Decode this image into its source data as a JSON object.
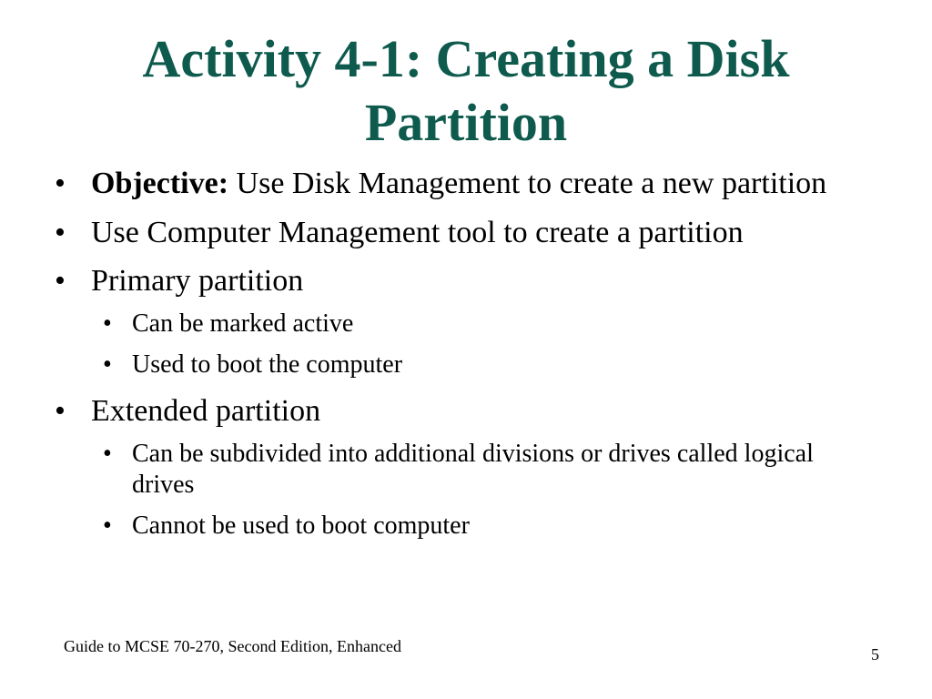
{
  "slide": {
    "title": "Activity 4-1: Creating a Disk Partition",
    "bullet_glyph": "•",
    "bullets": [
      {
        "label": "Objective:",
        "text": " Use Disk Management to create a new partition"
      },
      {
        "text": "Use Computer Management tool to create a partition"
      },
      {
        "text": "Primary partition",
        "sub": [
          "Can be marked active",
          "Used to boot the computer"
        ]
      },
      {
        "text": "Extended partition",
        "sub": [
          "Can be subdivided into additional divisions or drives called logical drives",
          "Cannot be used to boot computer"
        ]
      }
    ]
  },
  "footer": {
    "source": "Guide to MCSE 70-270, Second Edition, Enhanced",
    "page_number": "5"
  },
  "colors": {
    "title": "#0e5b4e",
    "text": "#000000",
    "background": "#ffffff"
  }
}
